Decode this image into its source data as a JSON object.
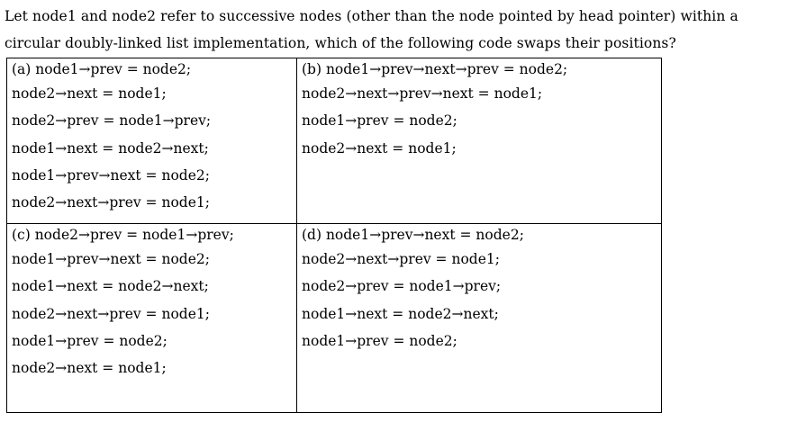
{
  "question": {
    "lines": [
      "Let node1 and node2 refer to successive nodes (other than the node pointed by head pointer) within a",
      "circular doubly-linked list implementation, which of the following code swaps their positions?"
    ]
  },
  "options": {
    "a": [
      "(a)  node1→prev = node2;",
      "node2→next = node1;",
      "node2→prev = node1→prev;",
      "node1→next = node2→next;",
      "node1→prev→next = node2;",
      "node2→next→prev = node1;"
    ],
    "b": [
      "(b) node1→prev→next→prev = node2;",
      "node2→next→prev→next = node1;",
      "node1→prev = node2;",
      "node2→next = node1;"
    ],
    "c": [
      "(c) node2→prev = node1→prev;",
      "node1→prev→next = node2;",
      "node1→next = node2→next;",
      "node2→next→prev = node1;",
      "node1→prev = node2;",
      "node2→next = node1;"
    ],
    "d": [
      "(d) node1→prev→next = node2;",
      "node2→next→prev = node1;",
      "node2→prev = node1→prev;",
      "node1→next = node2→next;",
      "node1→prev = node2;"
    ]
  }
}
